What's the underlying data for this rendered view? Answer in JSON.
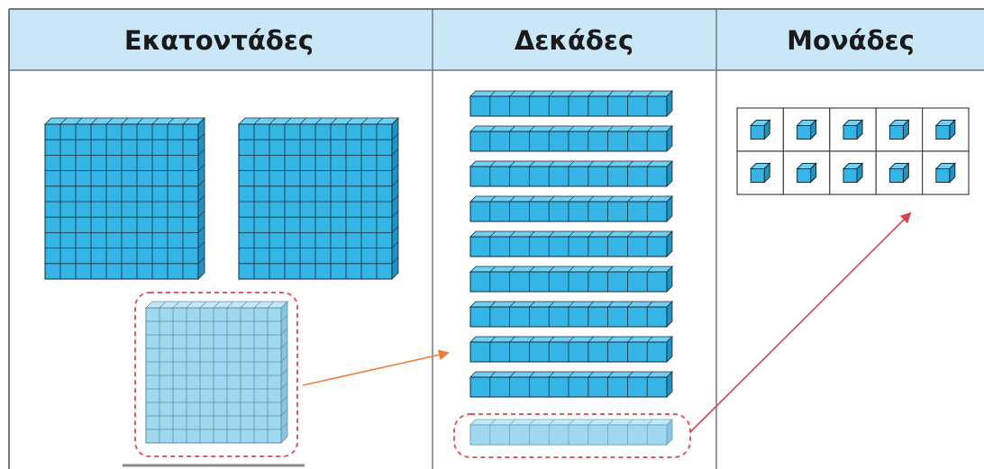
{
  "headers": {
    "hundreds": "Εκατοντάδες",
    "tens": "Δεκάδες",
    "units": "Μονάδες"
  },
  "counts": {
    "hundreds_squares_solid": 2,
    "hundreds_squares_faded": 1,
    "tens_rods_solid": 9,
    "tens_rods_faded": 1,
    "units_cubes": 10
  },
  "colors": {
    "header_bg": "#c9e7f7",
    "block_fill": "#35b4e6",
    "block_top": "#6fd0f4",
    "block_side": "#1d93c6",
    "faded_fill": "#9fd8ef",
    "faded_top": "#c3e8f7",
    "faded_side": "#86c6e2",
    "grid_line": "#1b2a33",
    "table_border": "#6f7a80",
    "dash_outline": "#e05a63",
    "arrow_orange": "#ee7d32",
    "arrow_red": "#d9454f"
  }
}
